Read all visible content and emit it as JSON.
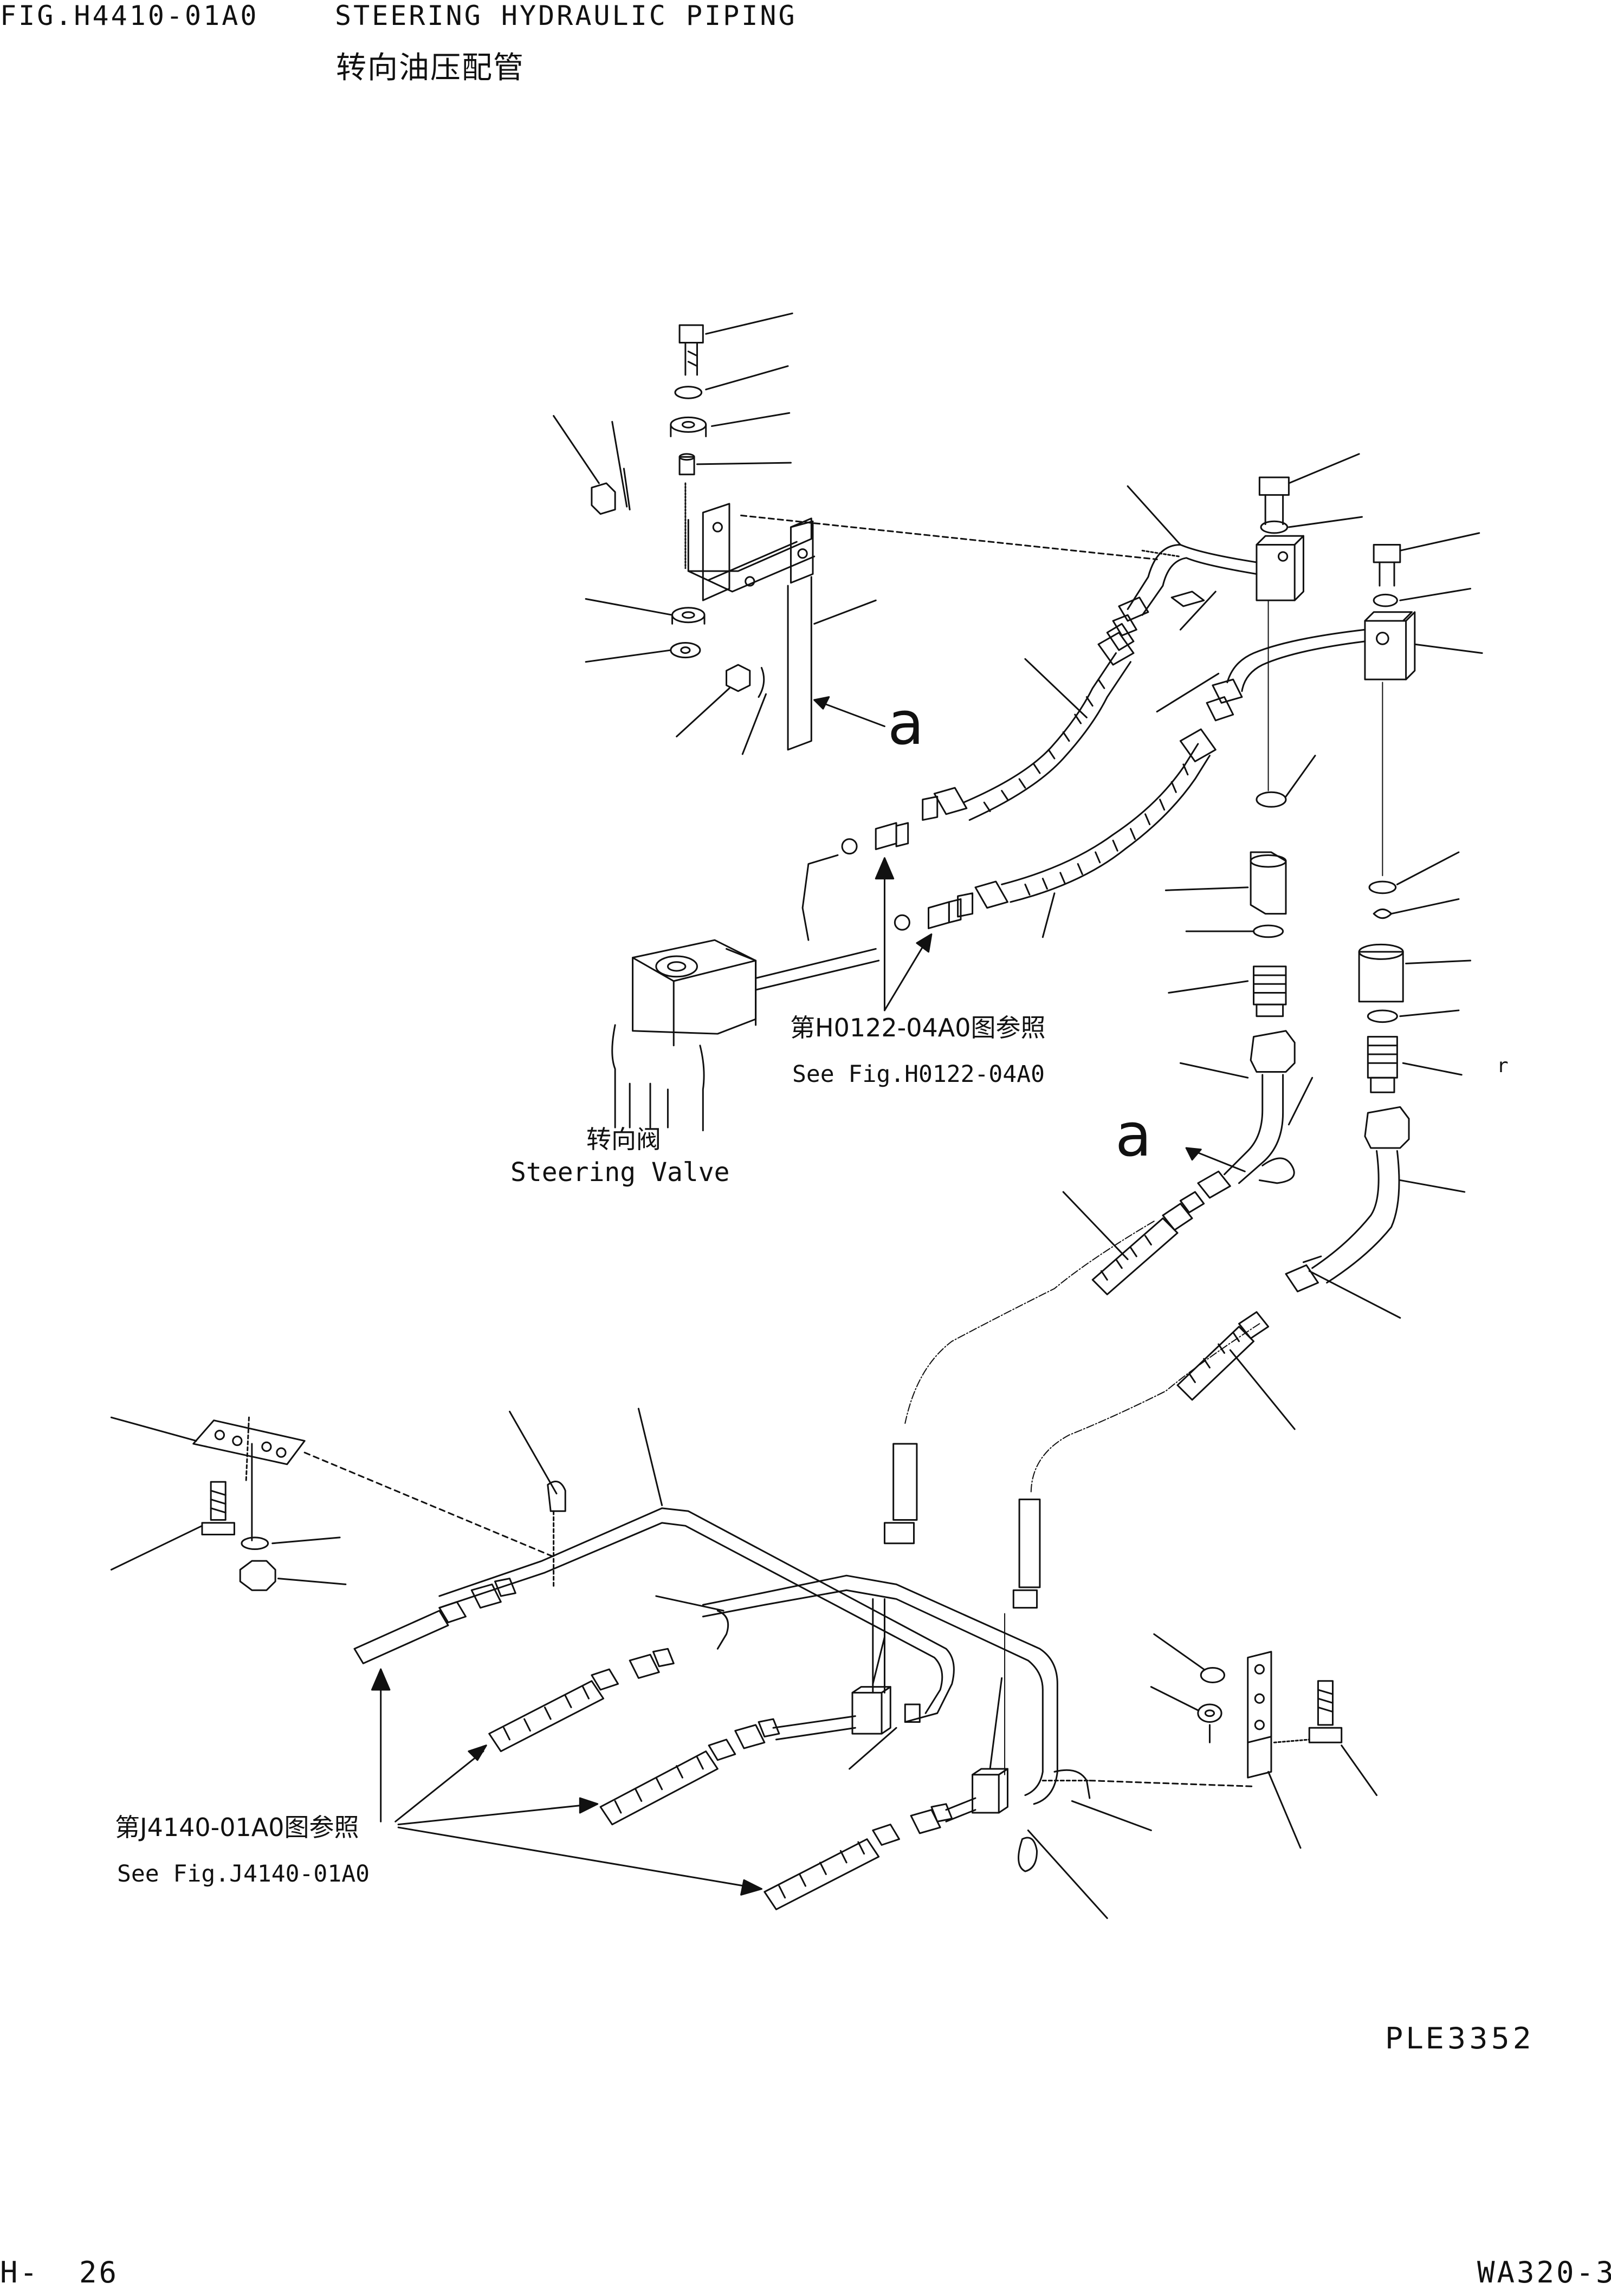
{
  "header": {
    "figure_no": "FIG.H4410-01A0",
    "title_en": "STEERING HYDRAULIC PIPING",
    "title_cn": "转向油压配管"
  },
  "labels": {
    "ref_h0122_cn": "第H0122-04A0图参照",
    "ref_h0122_en": "See Fig.H0122-04A0",
    "steering_valve_cn": "转向阀",
    "steering_valve_en": "Steering Valve",
    "ref_j4140_cn": "第J4140-01A0图参照",
    "ref_j4140_en": "See Fig.J4140-01A0",
    "view_mark_top": "a",
    "view_mark_mid": "a",
    "small_r": "r"
  },
  "drawing_code": "PLE3352",
  "footer": {
    "page": "H-  26",
    "model": "WA320-3"
  },
  "colors": {
    "ink": "#111111",
    "paper": "#ffffff"
  }
}
